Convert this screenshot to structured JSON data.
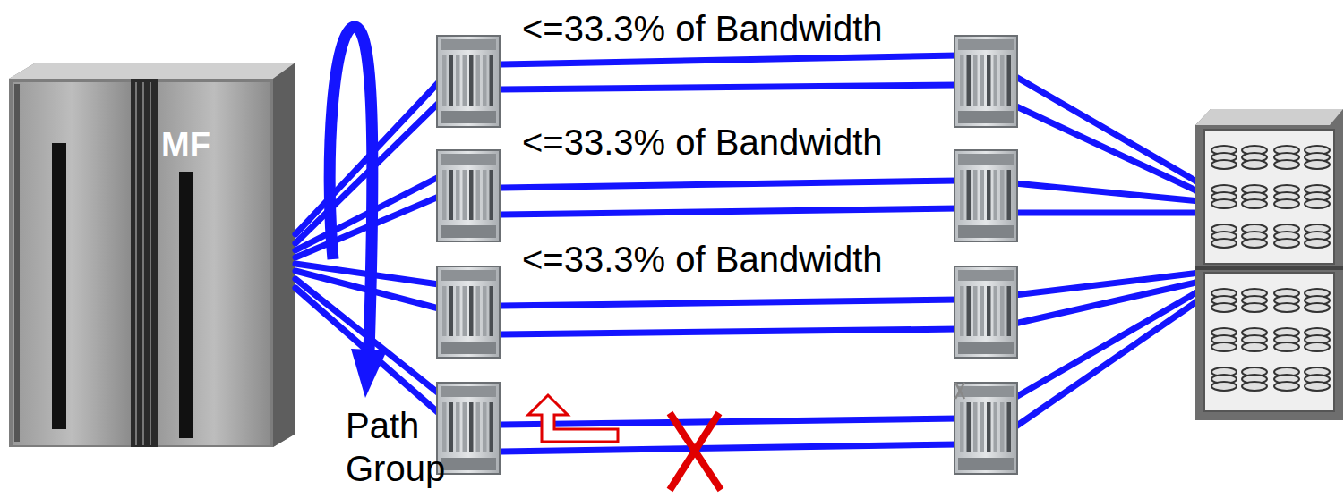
{
  "diagram": {
    "nodes": [
      {
        "text": [
          "MF"
        ]
      }
    ],
    "labels": [
      "<=33.3% of Bandwidth",
      "<=33.3% of Bandwidth",
      "<=33.3% of Bandwidth",
      "Path Group"
    ]
  }
}
